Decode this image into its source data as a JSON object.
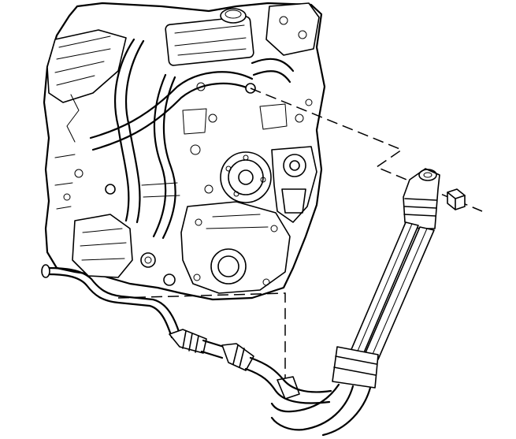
{
  "figure": {
    "kind": "technical line illustration",
    "colors": {
      "ink": "#000000",
      "paper": "#ffffff"
    },
    "parts": [
      {
        "id": "engine-assembly",
        "icon": "engine-block-icon"
      },
      {
        "id": "oil-cooler-hose-pair",
        "icon": "hose-pair-icon"
      },
      {
        "id": "fitting-nut",
        "icon": "hex-nut-icon"
      },
      {
        "id": "lower-cooler-line",
        "icon": "pipe-icon"
      }
    ]
  }
}
